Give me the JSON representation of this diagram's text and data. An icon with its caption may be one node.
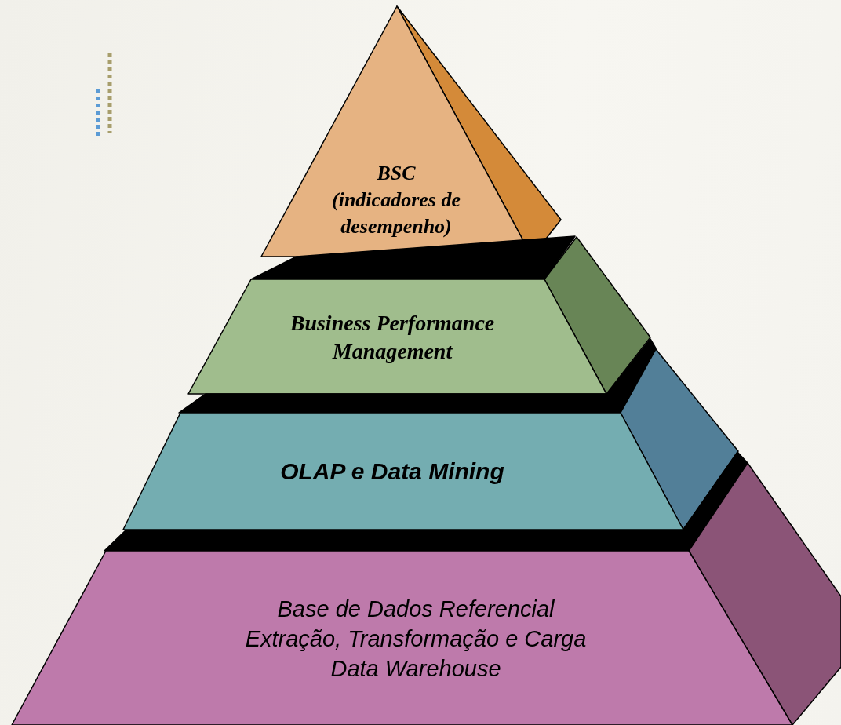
{
  "diagram": {
    "nodes": [
      {
        "text": [
          "BSC",
          "(indicadores de desempenho)"
        ]
      },
      {
        "text": [
          "Business Performance Management"
        ]
      },
      {
        "text": [
          "OLAP e Data Mining"
        ]
      },
      {
        "text": [
          "Base de Dados Referencial",
          "Extração, Transformação e Carga",
          "Data Warehouse"
        ]
      }
    ]
  }
}
